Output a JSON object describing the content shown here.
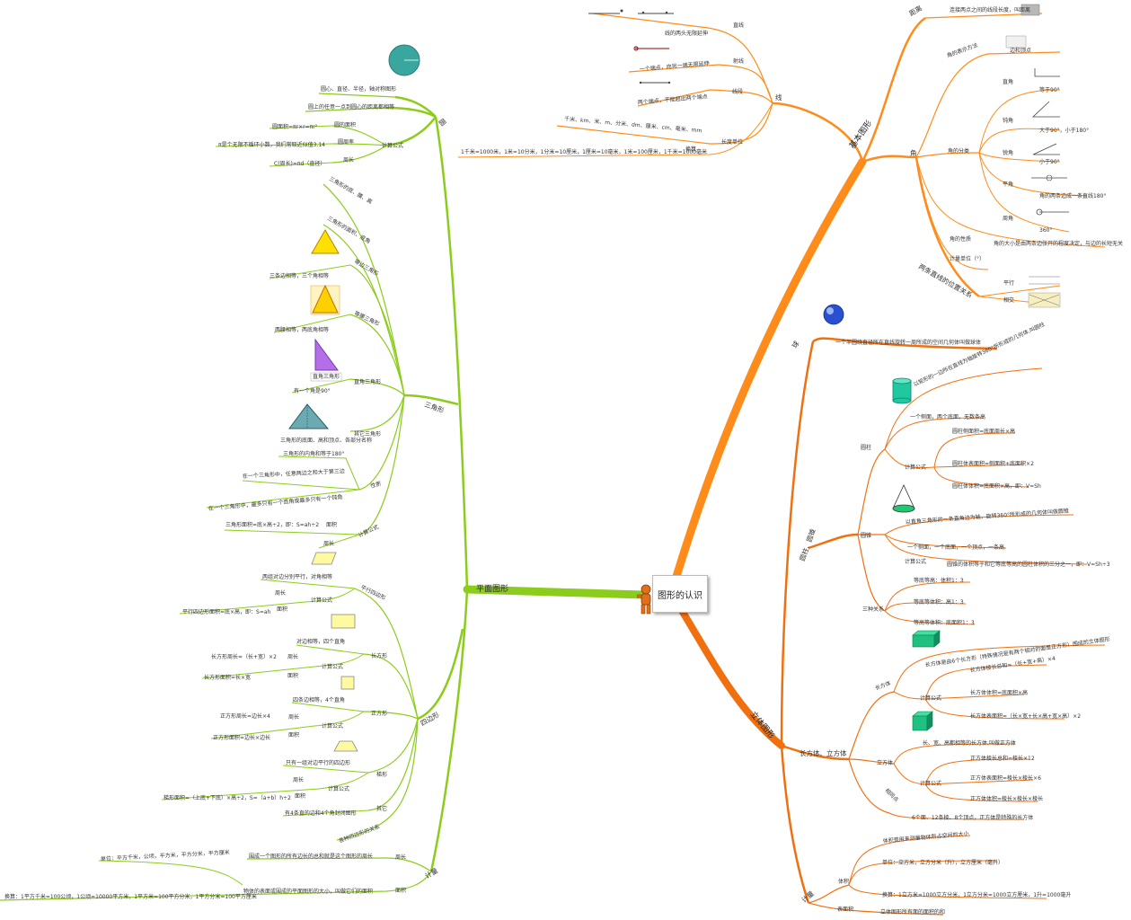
{
  "center": {
    "title": "图形的认识"
  },
  "colors": {
    "green": "#8ccc1c",
    "orange": "#ff8c1a",
    "dark_orange": "#f07010",
    "center_bg": "#ffffff"
  },
  "branches": {
    "plane": {
      "title": "平面图形",
      "circle": {
        "title": "圆",
        "items": [
          "圆心、直径、半径，轴对称图形",
          "圆上的任意一点到圆心的距离都相等"
        ],
        "formula": {
          "title": "计算公式",
          "area": "圆的面积",
          "area_v": "圆面积=πr×r=πr²",
          "pi": "圆周率",
          "pi_v": "π是个无限不循环小数，我们常取近似值3.14",
          "perim": "周长",
          "perim_v": "C(周长)=πd（直径）"
        }
      },
      "triangle": {
        "title": "三角形",
        "by_angle": "三角形的底、腰、高",
        "by_side": "三角形的面积、底角",
        "equilateral": "等边三角形",
        "equilateral_v": "三条边相等，三个角相等",
        "isosceles": "等腰三角形",
        "isosceles_v": "两腰相等，两底角相等",
        "right": "直角三角形",
        "right_v": "有一个角是90°",
        "right_img": "直角三角形",
        "other": "其它三角形",
        "other_img": "三角形的底面、高和顶点、各部分名称",
        "property": "性质",
        "prop1": "三角形的内角和等于180°",
        "prop2": "在一个三角形中，任意两边之和大于第三边",
        "prop3": "在一个三角形中，最多只有一个直角或最多只有一个钝角",
        "formula": "计算公式",
        "f_area": "面积",
        "f_area_v": "三角形面积=底×高÷2，即：S=ah÷2",
        "f_perim": "周长"
      },
      "quad": {
        "title": "四边形",
        "para": "平行四边形",
        "para_v": "两组对边分别平行，对角相等",
        "para_f": "计算公式",
        "para_p": "周长",
        "para_a": "面积",
        "para_av": "平行四边形面积=底×高，即：S=ah",
        "rect": "长方形",
        "rect_v": "对边相等，四个直角",
        "rect_f": "计算公式",
        "rect_p": "周长",
        "rect_pv": "长方形周长=（长+宽）×2",
        "rect_a": "面积",
        "rect_av": "长方形面积=长×宽",
        "square": "正方形",
        "square_v": "四条边相等，4个直角",
        "square_f": "计算公式",
        "square_p": "周长",
        "square_pv": "正方形周长=边长×4",
        "square_a": "面积",
        "square_av": "正方形面积=边长×边长",
        "trap": "梯形",
        "trap_v": "只有一组对边平行的四边形",
        "trap_f": "计算公式",
        "trap_p": "周长",
        "trap_a": "面积",
        "trap_av": "梯形面积=（上底+下底）×高÷2，S=（a+b）h÷2",
        "general": "其它",
        "general_v": "有4条直的边和4个角封闭图形",
        "relation": "各种四边形的关系"
      },
      "measure": {
        "title": "计量",
        "perim": "周长",
        "perim_v": "围成一个图形的所有边长的总和就是这个图形的周长",
        "area": "面积",
        "area_v": "物体的表面或围成的平面图形的大小，叫做它们的面积",
        "unit": "单位：平方千米，公顷，平方米，平方分米，平方厘米",
        "conv": "换算：1平方千米=100公顷，1公顷=10000平方米，1平方米=100平方分米，1平方分米=100平方厘米"
      }
    },
    "basic": {
      "title": "基本图形",
      "line": {
        "title": "线",
        "straight": "直线",
        "straight_v": "线的两头无限延伸",
        "ray": "射线",
        "ray_v": "一个端点，向另一端无限延伸",
        "segment": "线段",
        "segment_v": "两个端点，不能超出两个端点",
        "unit": "长度单位",
        "unit_v": "千米、km、米、m、分米、dm、厘米、cm、毫米、mm",
        "conv": "换算",
        "conv_v": "1千米=1000米，1米=10分米，1分米=10厘米，1厘米=10毫米，1米=100厘米，1千米=1000毫米"
      },
      "distance": {
        "title": "距离",
        "v": "连接两点之间的线段长度，叫距离"
      },
      "angle": {
        "title": "角",
        "repr": "角的表示方法",
        "repr_v": "边和顶点",
        "kinds": "角的分类",
        "right": "直角",
        "right_v": "等于90°",
        "obtuse": "钝角",
        "obtuse_v": "大于90°，小于180°",
        "acute": "锐角",
        "acute_v": "小于90°",
        "straight": "平角",
        "straight_v": "角的两条边成一条直线180°",
        "round": "周角",
        "round_v": "360°",
        "nature": "角的性质",
        "nature_v": "角的大小是由两条边张开的程度决定，与边的长短无关",
        "unit": "计量单位（°）"
      },
      "position": {
        "title": "两条直线的位置关系",
        "parallel": "平行",
        "intersect": "相交"
      }
    },
    "solid": {
      "title": "立体图形",
      "sphere": {
        "title": "球",
        "v": "一个半圆绕直径所在直线旋转一周所成的空间几何体叫做球体"
      },
      "cyl_cone": {
        "title": "圆柱、圆锥",
        "cylinder": "圆柱",
        "cyl_def": "以矩形的一边所在直线为轴旋转360°所形成的几何体,叫圆柱",
        "cyl_parts": "一个侧面，两个底面，无数条高",
        "cyl_f": "计算公式",
        "cyl_side": "圆柱侧面积=底面周长×高",
        "cyl_surface": "圆柱体表面积=侧面积+底面积×2",
        "cyl_vol": "圆柱体体积=底面积×高，即：V=Sh",
        "cone": "圆锥",
        "cone_def": "以直角三角形的一条直角边为轴，旋转360°所形成的几何体叫做圆锥",
        "cone_parts": "一个侧面，一个底面，一个顶点，一条高",
        "cone_f": "计算公式",
        "cone_vol": "圆锥的体积等于和它等底等高的圆柱体积的三分之一，即：V=Sh÷3",
        "rel": "三种关系",
        "rel1": "等底等高：体积1：3",
        "rel2": "等底等体积：高1：3",
        "rel3": "等高等体积：底面积1：3"
      },
      "cuboid": {
        "title": "长方体、立方体",
        "box": "长方体",
        "box_def": "长方体是由6个长方形（特殊情况是有两个相对的面是正方形）围成的立体图形",
        "box_f": "计算公式",
        "box_edge": "长方体棱长总和=（长+宽+高）×4",
        "box_vol": "长方体体积=底面积×高",
        "box_surface": "长方体表面积=（长×宽+长×高+宽×高）×2",
        "cube": "立方体",
        "cube_def": "长、宽、高都相等的长方体,叫做正方体",
        "cube_f": "计算公式",
        "cube_edge": "正方体棱长总和=棱长×12",
        "cube_surface": "正方体表面积=棱长×棱长×6",
        "cube_vol": "正方体体积=棱长×棱长×棱长",
        "common": "相同点",
        "common_v": "6个面、12条棱、8个顶点，正方体是特殊的长方体"
      },
      "measure": {
        "title": "计量",
        "volume": "体积",
        "volume_def": "体积是用来测量物体所占空间的大小",
        "volume_unit": "单位：立方米，立方分米（升），立方厘米（毫升）",
        "volume_conv": "换算：1立方米=1000立方分米，1立方分米=1000立方厘米，1升=1000毫升",
        "surface": "表面积",
        "surface_v": "立体图形所有面的面积的和"
      }
    }
  }
}
